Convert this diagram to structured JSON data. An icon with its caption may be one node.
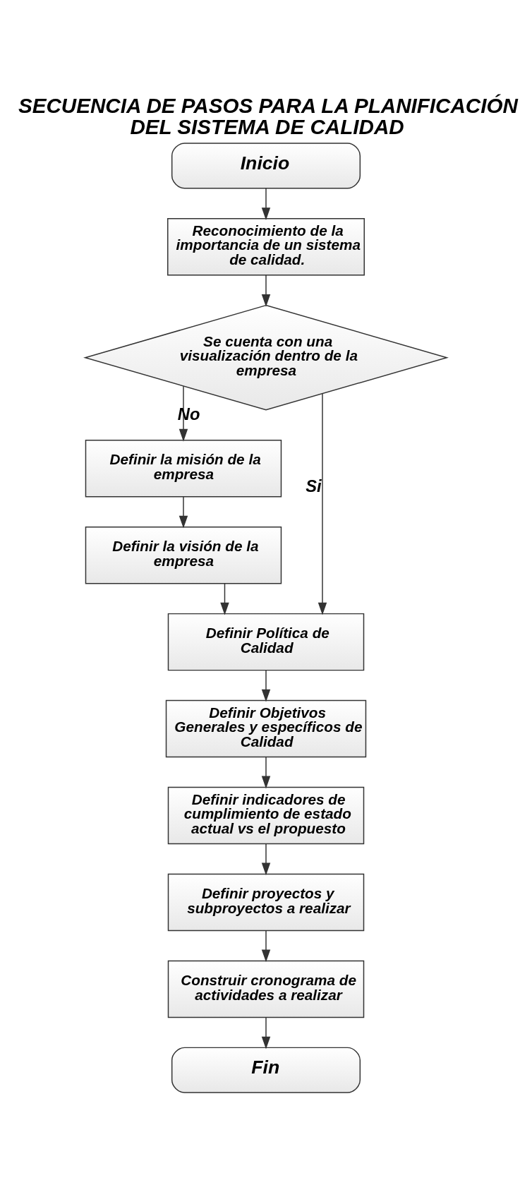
{
  "diagram": {
    "title": "SECUENCIA DE PASOS PARA LA PLANIFICACIÓN DEL SISTEMA DE CALIDAD",
    "nodes": [
      {
        "text": [
          "Inicio"
        ]
      },
      {
        "text": [
          "Reconocimiento de la importancia de un sistema de calidad."
        ]
      },
      {
        "text": [
          "Se cuenta con una visualización dentro de la empresa"
        ]
      },
      {
        "text": [
          "Definir la misión de la empresa"
        ]
      },
      {
        "text": [
          "Definir la visión de la empresa"
        ]
      },
      {
        "text": [
          "Definir Política de Calidad"
        ]
      },
      {
        "text": [
          "Definir Objetivos Generales y específicos de Calidad"
        ]
      },
      {
        "text": [
          "Definir indicadores de cumplimiento de estado actual vs el propuesto"
        ]
      },
      {
        "text": [
          "Definir proyectos y subproyectos a realizar"
        ]
      },
      {
        "text": [
          "Construir cronograma de actividades a realizar"
        ]
      },
      {
        "text": [
          "Fin"
        ]
      }
    ],
    "edges": [
      {
        "from": 0,
        "to": 1,
        "arrow": "to"
      },
      {
        "from": 1,
        "to": 2,
        "arrow": "to"
      },
      {
        "from": 2,
        "to": 3,
        "arrow": "to",
        "label": "No"
      },
      {
        "from": 3,
        "to": 4,
        "arrow": "to"
      },
      {
        "from": 4,
        "to": 5,
        "arrow": "to"
      },
      {
        "from": 2,
        "to": 5,
        "arrow": "to",
        "label": "Si"
      },
      {
        "from": 5,
        "to": 6,
        "arrow": "to"
      },
      {
        "from": 6,
        "to": 7,
        "arrow": "to"
      },
      {
        "from": 7,
        "to": 8,
        "arrow": "to"
      },
      {
        "from": 8,
        "to": 9,
        "arrow": "to"
      },
      {
        "from": 9,
        "to": 10,
        "arrow": "to"
      }
    ]
  }
}
